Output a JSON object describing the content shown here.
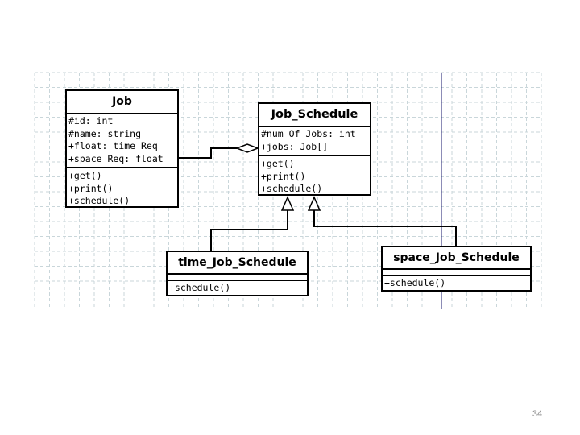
{
  "slide": {
    "page_number": "34"
  },
  "colors": {
    "grid": "#c9d6da",
    "vertical_line": "#1a1a6e",
    "line": "#000000"
  },
  "classes": {
    "job": {
      "name": "Job",
      "attributes": [
        "#id: int",
        "#name: string",
        "+float: time_Req",
        "+space_Req: float"
      ],
      "methods": [
        "+get()",
        "+print()",
        "+schedule()"
      ]
    },
    "job_schedule": {
      "name": "Job_Schedule",
      "attributes": [
        "#num_Of_Jobs: int",
        "+jobs: Job[]"
      ],
      "methods": [
        "+get()",
        "+print()",
        "+schedule()"
      ]
    },
    "time_job_schedule": {
      "name": "time_Job_Schedule",
      "attributes": [],
      "methods": [
        "+schedule()"
      ]
    },
    "space_job_schedule": {
      "name": "space_Job_Schedule",
      "attributes": [],
      "methods": [
        "+schedule()"
      ]
    }
  },
  "relations": [
    {
      "type": "aggregation",
      "from": "Job",
      "to": "Job_Schedule"
    },
    {
      "type": "generalization",
      "from": "time_Job_Schedule",
      "to": "Job_Schedule"
    },
    {
      "type": "generalization",
      "from": "space_Job_Schedule",
      "to": "Job_Schedule"
    }
  ]
}
